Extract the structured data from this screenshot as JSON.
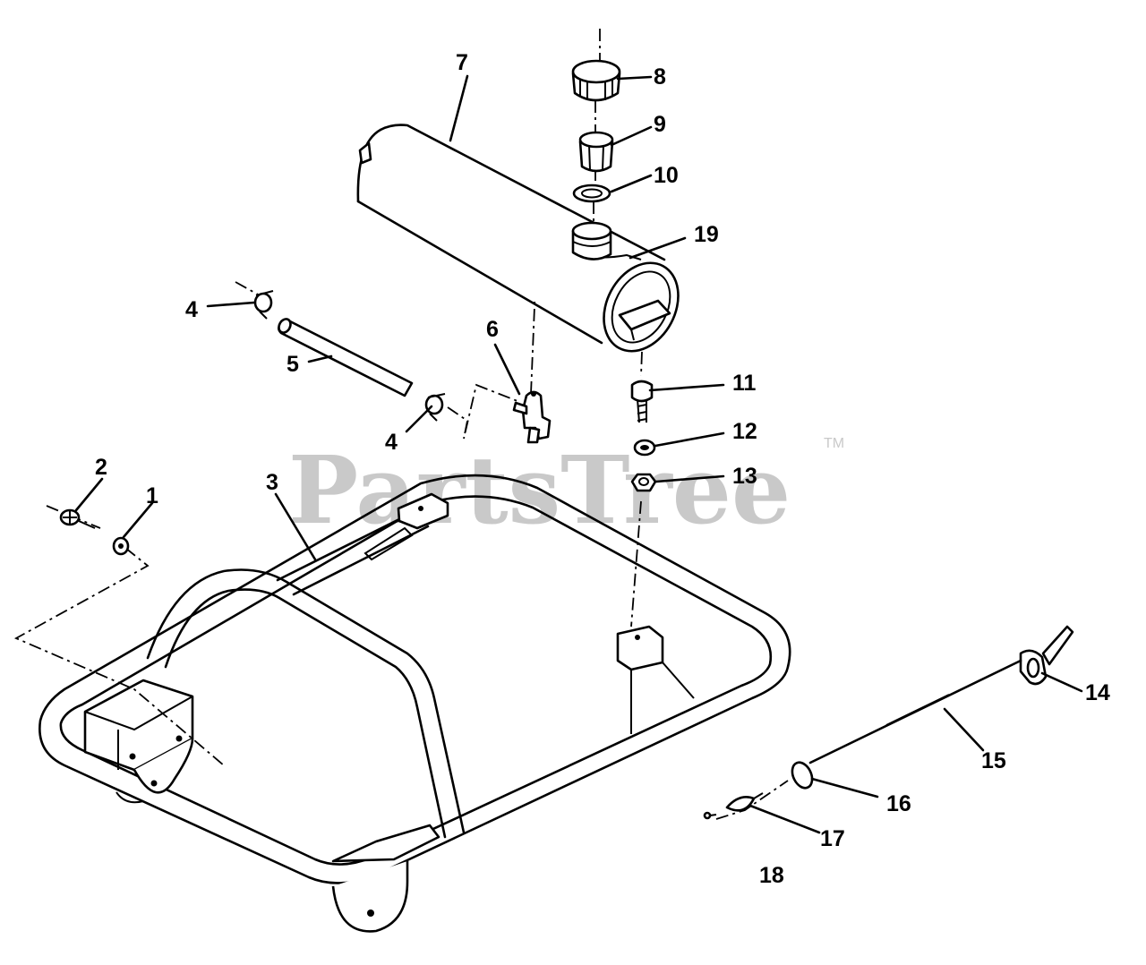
{
  "watermark": {
    "text": "PartsTree",
    "trademark": "TM"
  },
  "callouts": {
    "c1": "1",
    "c2": "2",
    "c3": "3",
    "c4a": "4",
    "c4b": "4",
    "c5": "5",
    "c6": "6",
    "c7": "7",
    "c8": "8",
    "c9": "9",
    "c10": "10",
    "c11": "11",
    "c12": "12",
    "c13": "13",
    "c14": "14",
    "c15": "15",
    "c16": "16",
    "c17": "17",
    "c18": "18",
    "c19": "19"
  }
}
